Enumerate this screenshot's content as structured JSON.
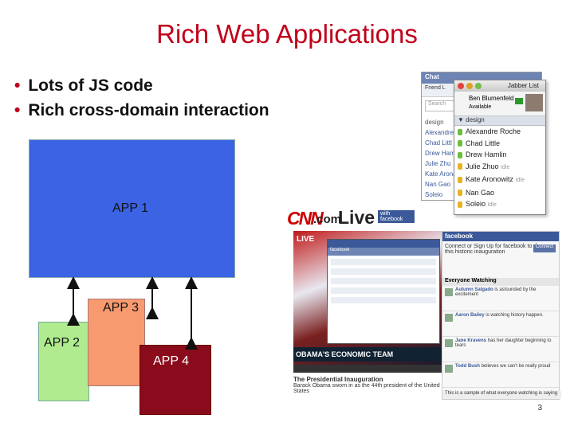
{
  "title": "Rich Web Applications",
  "bullets": [
    "Lots of JS code",
    "Rich cross-domain interaction"
  ],
  "apps": {
    "app1": "APP 1",
    "app2": "APP 2",
    "app3": "APP 3",
    "app4": "APP 4"
  },
  "colors": {
    "title": "#c0001a",
    "app1": "#3b63e4",
    "app2": "#b0ec8f",
    "app3": "#f79a6f",
    "app4": "#8a0b1c"
  },
  "chat_widget": {
    "header": "Chat",
    "subheader": "Friend L",
    "search_placeholder": "Search",
    "group": "design",
    "names": [
      "Alexandre",
      "Chad Littl",
      "Drew Ham",
      "Julie Zhu",
      "Kate Arona",
      "Nan Gao",
      "Soleio"
    ]
  },
  "jabber": {
    "title": "Jabber List",
    "me_name": "Ben Blumenfeld",
    "me_status": "Available",
    "group": "design",
    "contacts": [
      {
        "name": "Alexandre Roche",
        "status": "",
        "color": "#6cbf3c"
      },
      {
        "name": "Chad Little",
        "status": "",
        "color": "#6cbf3c"
      },
      {
        "name": "Drew Hamlin",
        "status": "",
        "color": "#6cbf3c"
      },
      {
        "name": "Julie Zhuo",
        "status": "Idle",
        "color": "#e8b320"
      },
      {
        "name": "Kate Aronowitz",
        "status": "Idle",
        "color": "#e8b320"
      },
      {
        "name": "Nan Gao",
        "status": "",
        "color": "#e8b320"
      },
      {
        "name": "Soleio",
        "status": "Idle",
        "color": "#e8b320"
      }
    ]
  },
  "cnn": {
    "logo_cnn": "CNN",
    "logo_com": ".com",
    "logo_live": "Live",
    "with_facebook": "with facebook",
    "live_badge": "LIVE",
    "lower_third": "OBAMA'S ECONOMIC TEAM",
    "caption_title": "The Presidential Inauguration",
    "caption_text": "Barack Obama sworn in as the 44th president of the United States",
    "fb_header": "facebook",
    "fb_connect_text": "Connect or Sign Up for facebook to discuss this historic inauguration",
    "fb_connect_button": "Connect",
    "everyone_watching": "Everyone Watching",
    "items": [
      {
        "name": "Autumn Salgado",
        "text": "is astounded by the excitement"
      },
      {
        "name": "Aaron Bailey",
        "text": "is watching history happen."
      },
      {
        "name": "Jane Kravens",
        "text": "has her daughter beginning to tears"
      },
      {
        "name": "Todd Bush",
        "text": "believes we can't be really proud"
      }
    ],
    "footer": "This is a sample of what everyone watching is saying"
  },
  "slide_number": "3"
}
